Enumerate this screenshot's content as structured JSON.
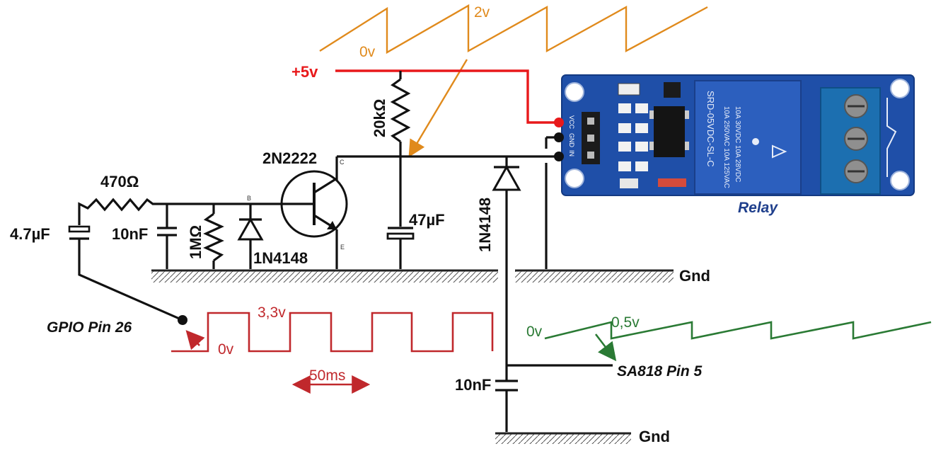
{
  "supply": {
    "label": "+5v",
    "color": "#e8191b"
  },
  "ground_labels": {
    "main": "Gnd",
    "lower": "Gnd"
  },
  "transistor": {
    "label": "2N2222",
    "pin_b": "B",
    "pin_c": "C",
    "pin_e": "E"
  },
  "components": {
    "r_input": "470Ω",
    "c_input": "4.7µF",
    "c_filter": "10nF",
    "r_base": "1MΩ",
    "d_base": "1N4148",
    "r_collector": "20kΩ",
    "c_collector": "47µF",
    "d_output": "1N4148",
    "c_output": "10nF"
  },
  "relay": {
    "caption": "Relay",
    "caption_color": "#1f3f8c",
    "pin_labels": [
      "VCC",
      "GND",
      "IN"
    ],
    "model_text": "SRD-05VDC-SL-C",
    "rating_lines": [
      "10A 250VAC  10A 125VAC",
      "10A 30VDC  10A 28VDC"
    ],
    "board_color": "#1f4fa8"
  },
  "signals": {
    "orange": {
      "low": "0v",
      "high": "2v",
      "color": "#e08a1c"
    },
    "gpio": {
      "label": "GPIO Pin 26",
      "low": "0v",
      "high": "3,3v",
      "period": "50ms",
      "color": "#c0282c"
    },
    "sa818": {
      "label": "SA818 Pin 5",
      "low": "0v",
      "high": "0,5v",
      "color": "#2a7a34"
    }
  }
}
